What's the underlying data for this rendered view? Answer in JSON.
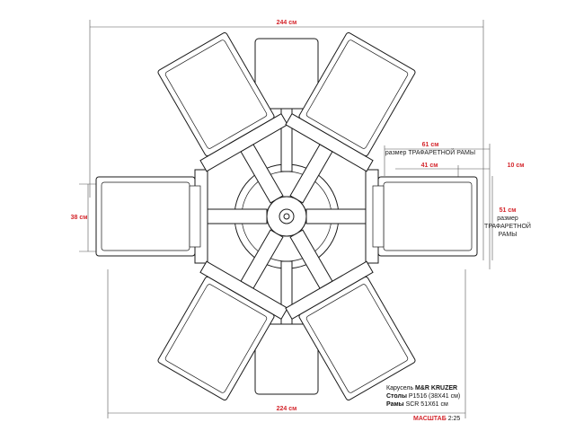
{
  "dimensions": {
    "overall_width_top": "244 см",
    "overall_width_bottom": "224 см",
    "screen_frame_width": "61 см",
    "screen_frame_width_label": "размер ТРАФАРЕТНОЙ РАМЫ",
    "table_width": "41 см",
    "offset": "10 см",
    "table_height": "38 см",
    "screen_frame_height": "51 см",
    "screen_frame_height_label_1": "размер",
    "screen_frame_height_label_2": "ТРАФАРЕТНОЙ",
    "screen_frame_height_label_3": "РАМЫ"
  },
  "caption": {
    "line1_prefix": "Карусель ",
    "line1_bold": "M&R KRUZER",
    "line2_bold": "Столы",
    "line2_rest": " P1516 (38X41 см)",
    "line3_bold": "Рамы",
    "line3_rest": " SCR 51X61 см",
    "scale_label": "МАСШТАБ",
    "scale_value": "2:25"
  },
  "colors": {
    "dimension_text": "#d4262c",
    "line": "#1a1a1a"
  }
}
